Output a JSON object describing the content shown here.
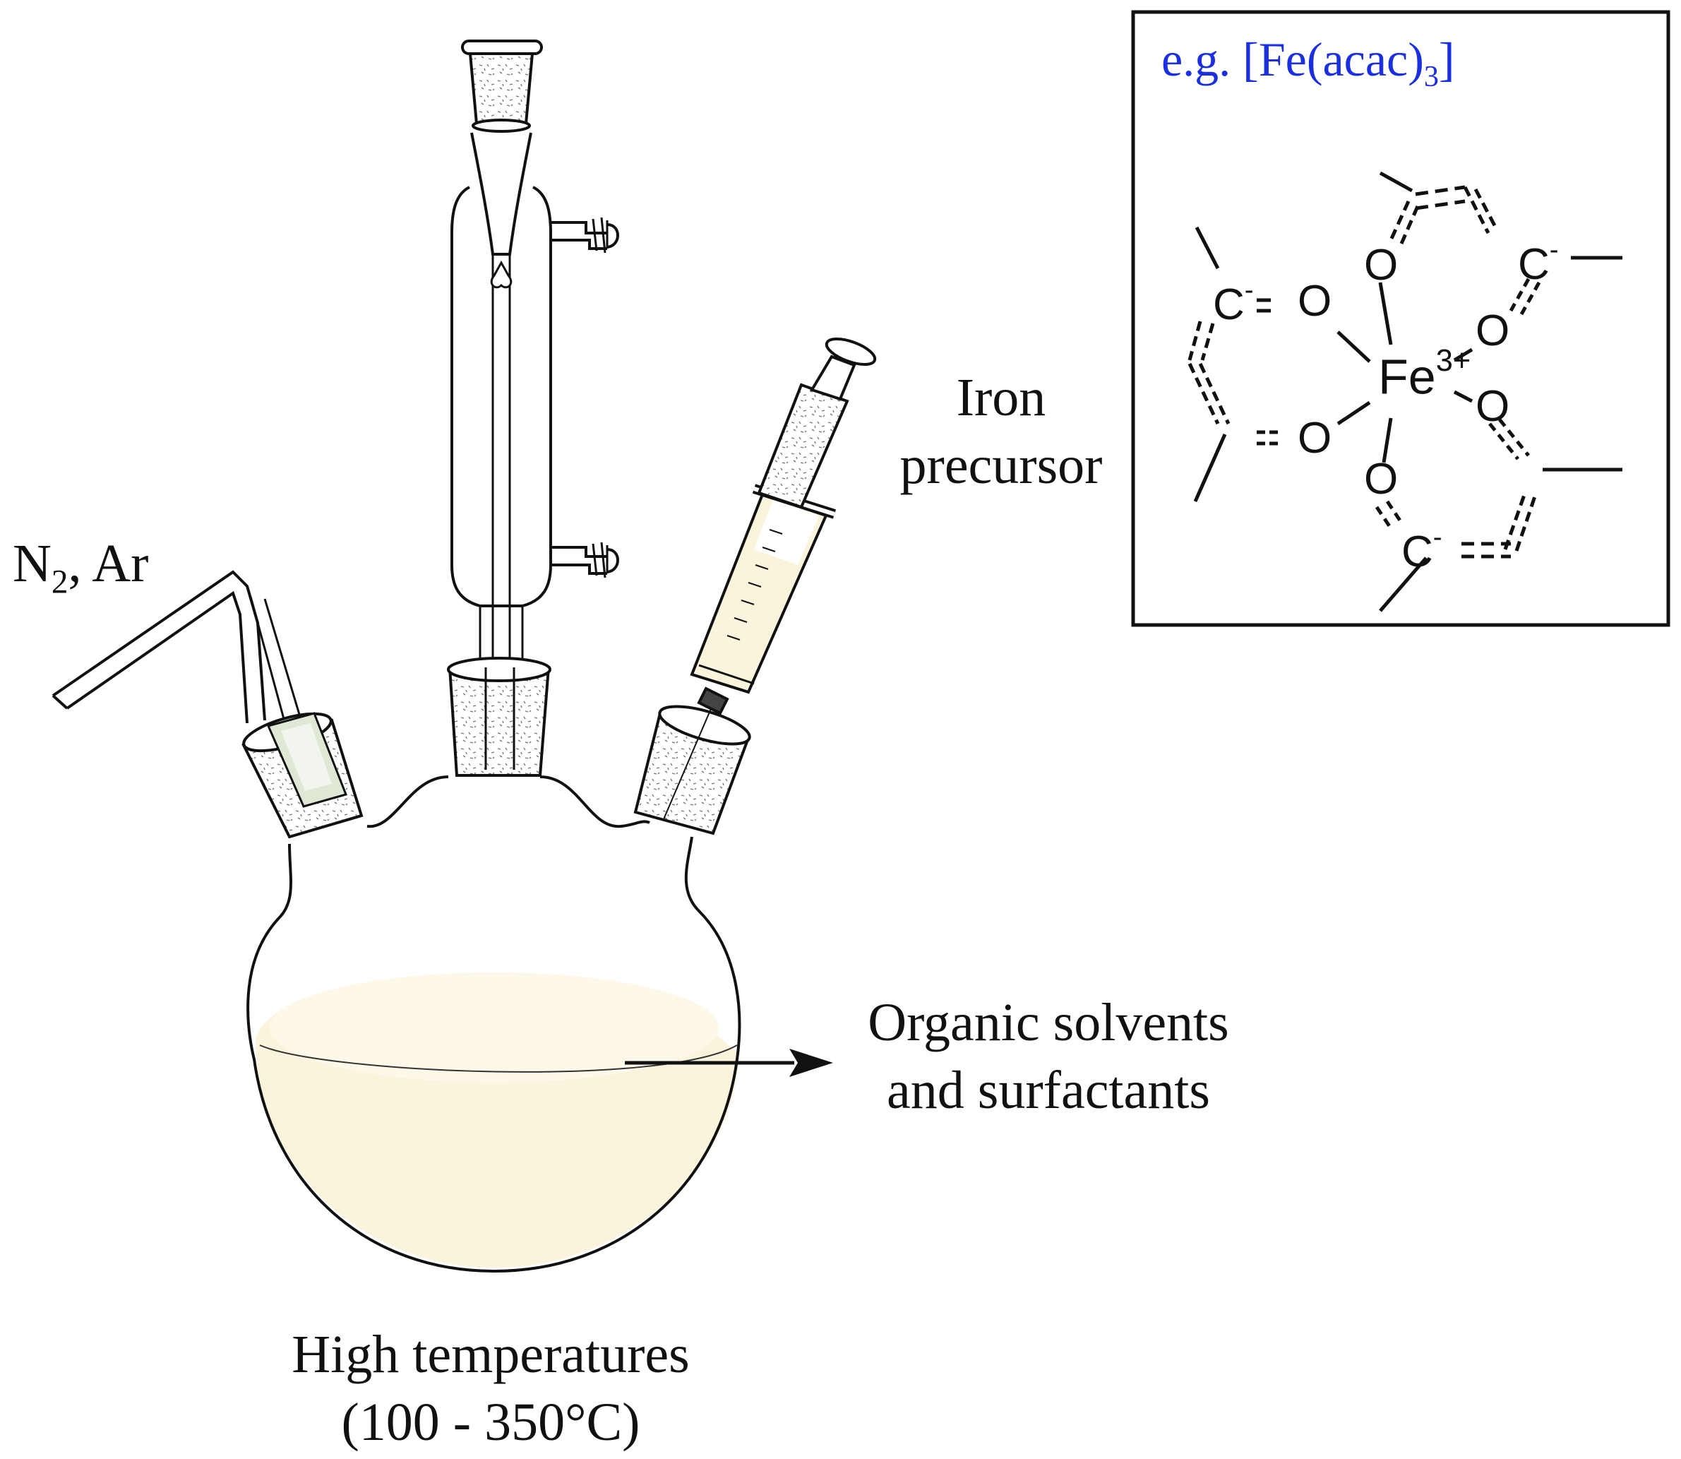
{
  "labels": {
    "gas": "N",
    "gas_sub": "2",
    "gas_rest": ", Ar",
    "precursor_line1": "Iron",
    "precursor_line2": "precursor",
    "solvent_line1": "Organic solvents",
    "solvent_line2": "and surfactants",
    "temp_line1": "High temperatures",
    "temp_line2": "(100 - 350°C)"
  },
  "inset": {
    "example_prefix": "e.g. [Fe(acac)",
    "example_sub": "3",
    "example_suffix": "]",
    "metal": "Fe",
    "metal_charge": "3+",
    "oxygen": "O",
    "carbanion": "C",
    "carbanion_charge": "-"
  },
  "colors": {
    "ink": "#111111",
    "liquid": "#fbf4dd",
    "accent_blue": "#1a2fe0",
    "tube_fill": "#dfe8d4"
  }
}
